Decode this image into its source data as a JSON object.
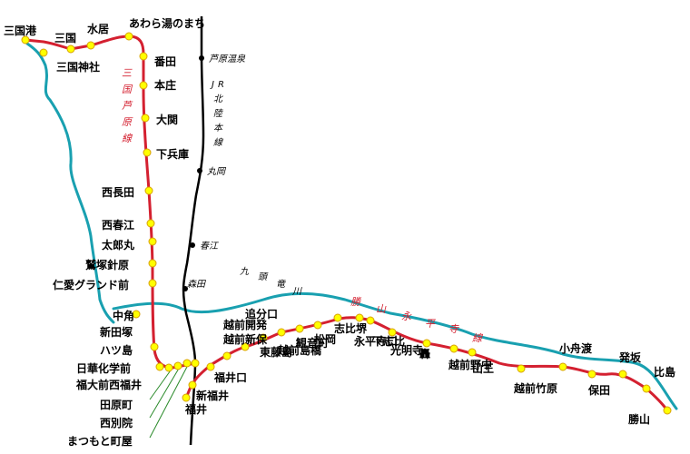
{
  "colors": {
    "railway_red": "#d42030",
    "river_teal": "#19a0b0",
    "jr_black": "#000000",
    "station_fill": "#ffff00",
    "station_stroke": "#d8a000",
    "leader_green": "#2a8a2a"
  },
  "mikuni_awara_line": {
    "name_chars": [
      "三",
      "国",
      "芦",
      "原",
      "線"
    ],
    "stations": {
      "mikuni_minato": "三国港",
      "mikuni": "三国",
      "mizui": "水居",
      "awara_yunomachi": "あわら湯のまち",
      "mikuni_jinja": "三国神社",
      "banden": "番田",
      "honjo": "本庄",
      "oozeki": "大関",
      "shimohyogo": "下兵庫",
      "nishi_nagata": "西長田",
      "nishi_harue": "西春江",
      "tarohmaru": "太郎丸",
      "sagizuka_haribara": "鷲塚針原",
      "jin_ai_grand_mae": "仁愛グランド前",
      "nakatsuno": "中角",
      "shin_tawaratsuka": "新田塚",
      "hachiman_jima": "ハツ島",
      "nikka_kagaku_mae": "日華化学前",
      "fukudai_mae_nishi_fukui": "福大前西福井",
      "tahara_machi": "田原町",
      "nishi_betsuin": "西別院",
      "matsumoto_machiya": "まつもと町屋"
    }
  },
  "katsuyama_eiheiji_line": {
    "name_chars": [
      "勝",
      "山",
      "永",
      "平",
      "寺",
      "線"
    ],
    "stations": {
      "fukui": "福井",
      "shin_fukui": "新福井",
      "fukui_guchi": "福井口",
      "echizen_kaihotsu": "越前開発",
      "echizen_shinbo": "越前新保",
      "oikamiguchi": "追分口",
      "higashi_fujishima": "東藤島",
      "echizen_shimabashi": "越前島橋",
      "kannon_machi": "観音町",
      "matsuoka": "松岡",
      "shihiguro": "志比堺",
      "eiheiji_guchi": "永平寺口",
      "shimo_shihi": "下志比",
      "komyoji": "光明寺",
      "todoroki": "轟",
      "echizen_noriaka": "越前野中",
      "sanno": "山王",
      "echizen_takehara": "越前竹原",
      "kobunato": "小舟渡",
      "hosaka": "保田",
      "hossaka": "発坂",
      "hijima": "比島",
      "katsuyama": "勝山"
    }
  },
  "jr_line": {
    "name_chars": [
      "J",
      "R",
      "北",
      "陸",
      "本",
      "線"
    ],
    "stations": {
      "awara_onsen": "芦原温泉",
      "maruoka": "丸岡",
      "harue": "春江",
      "morita": "森田"
    }
  },
  "river": {
    "name_chars": [
      "九",
      "頭",
      "竜",
      "川"
    ]
  }
}
